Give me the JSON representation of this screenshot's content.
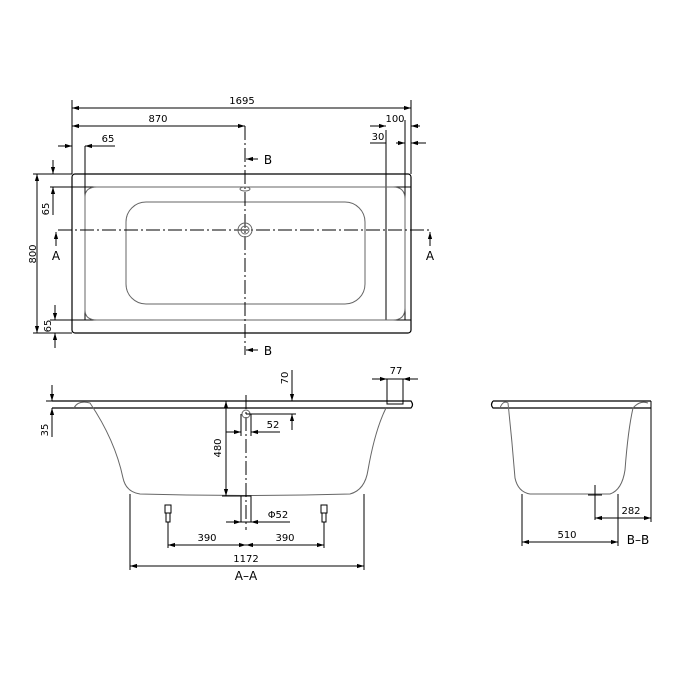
{
  "top_view": {
    "overall_length": "1695",
    "drain_offset": "870",
    "rim_left": "65",
    "rim_right": "100",
    "rim_right_inner": "30",
    "overall_width": "800",
    "rim_top": "65",
    "rim_bottom": "65",
    "section_a": "A",
    "section_b": "B"
  },
  "section_aa": {
    "rim_thickness": "35",
    "overflow_height": "70",
    "tap_width": "77",
    "overflow_offset": "52",
    "depth": "480",
    "drain_diameter": "Φ52",
    "leg_left": "390",
    "leg_right": "390",
    "bottom_length": "1172",
    "label": "A–A"
  },
  "section_bb": {
    "bottom_width": "510",
    "drain_offset": "282",
    "label": "B–B"
  }
}
